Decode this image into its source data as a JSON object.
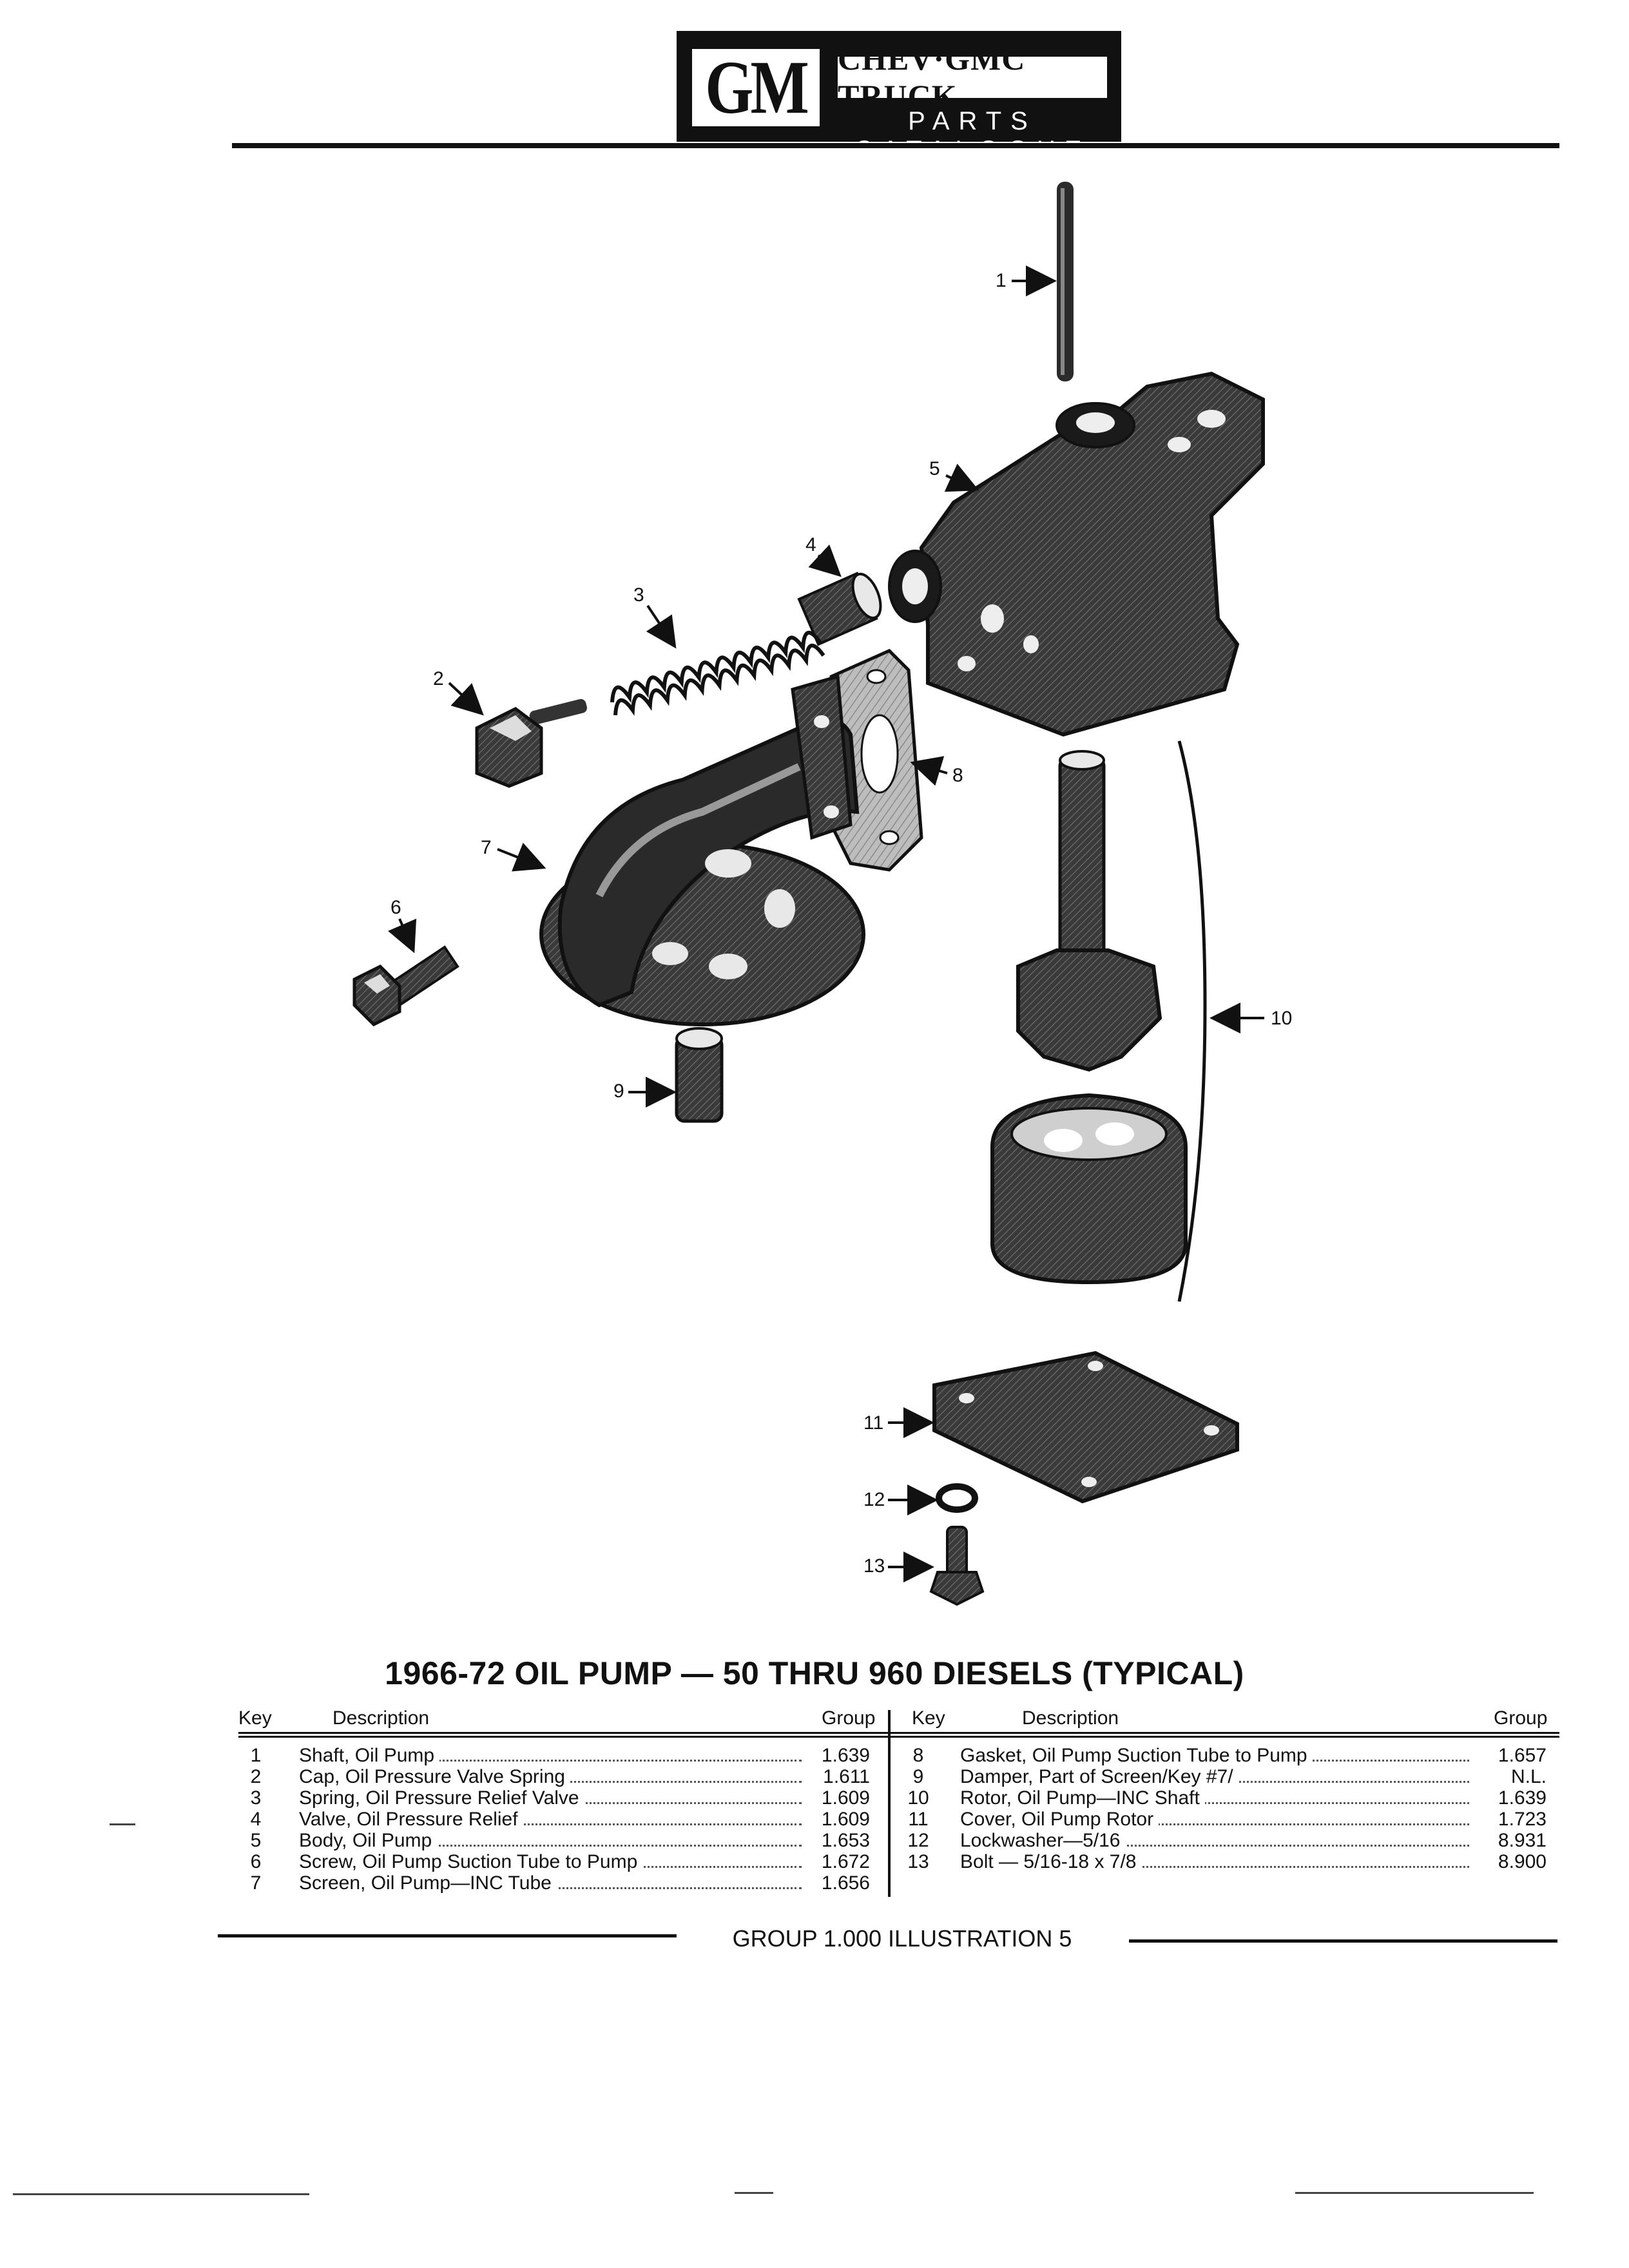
{
  "header": {
    "logo": "GM",
    "brand": "CHEV·GMC TRUCK",
    "subtitle": "PARTS CATALOGUE"
  },
  "callouts": [
    "1",
    "2",
    "3",
    "4",
    "5",
    "6",
    "7",
    "8",
    "9",
    "10",
    "11",
    "12",
    "13"
  ],
  "title": "1966-72 OIL PUMP — 50 THRU 960 DIESELS (TYPICAL)",
  "table": {
    "headers": {
      "key": "Key",
      "description": "Description",
      "group": "Group"
    },
    "left": [
      {
        "key": "1",
        "description": "Shaft, Oil Pump",
        "group": "1.639"
      },
      {
        "key": "2",
        "description": "Cap, Oil Pressure Valve Spring",
        "group": "1.611"
      },
      {
        "key": "3",
        "description": "Spring, Oil Pressure Relief Valve",
        "group": "1.609"
      },
      {
        "key": "4",
        "description": "Valve, Oil Pressure Relief",
        "group": "1.609"
      },
      {
        "key": "5",
        "description": "Body, Oil Pump",
        "group": "1.653"
      },
      {
        "key": "6",
        "description": "Screw, Oil Pump Suction Tube to Pump",
        "group": "1.672"
      },
      {
        "key": "7",
        "description": "Screen, Oil Pump—INC Tube",
        "group": "1.656"
      }
    ],
    "right": [
      {
        "key": "8",
        "description": "Gasket, Oil Pump Suction Tube to Pump",
        "group": "1.657"
      },
      {
        "key": "9",
        "description": "Damper, Part of Screen/Key #7/",
        "group": "N.L."
      },
      {
        "key": "10",
        "description": "Rotor, Oil Pump—INC Shaft",
        "group": "1.639"
      },
      {
        "key": "11",
        "description": "Cover, Oil Pump Rotor",
        "group": "1.723"
      },
      {
        "key": "12",
        "description": "Lockwasher—5/16",
        "group": "8.931"
      },
      {
        "key": "13",
        "description": "Bolt — 5/16-18 x 7/8",
        "group": "8.900"
      }
    ]
  },
  "footer": "GROUP 1.000 ILLUSTRATION 5"
}
